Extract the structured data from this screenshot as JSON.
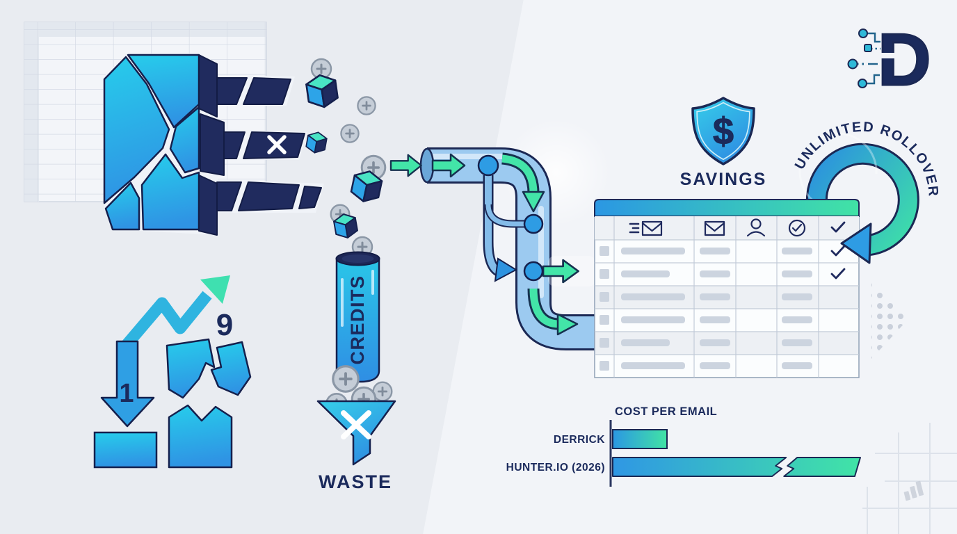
{
  "left_scene": {
    "credits_label": "CREDITS",
    "waste_label": "WASTE",
    "wasted_count": "9",
    "kept_count": "1"
  },
  "right_scene": {
    "savings_label": "SAVINGS",
    "dollar_sign": "$",
    "rollover_label": "UNLIMITED ROLLOVER"
  },
  "table": {
    "header_icons": [
      "send-email",
      "email",
      "person",
      "verified",
      "check"
    ],
    "row_count": 6,
    "checked_rows": [
      1,
      2
    ]
  },
  "chart_data": {
    "type": "bar",
    "orientation": "horizontal",
    "title": "COST PER EMAIL",
    "categories": [
      "DERRICK",
      "HUNTER.IO (2026)"
    ],
    "values": [
      0.22,
      1.0
    ],
    "axis_break_on": "HUNTER.IO (2026)",
    "value_note": "relative bar lengths; Hunter.io bar drawn with a break indicating off-scale cost"
  },
  "logo": {
    "letter": "D"
  },
  "colors": {
    "navy": "#1b2a5c",
    "cyan": "#27cdeb",
    "blue": "#2f93e4",
    "green": "#41e3a5",
    "bg_left": "#e9ecf1",
    "bg_right": "#f2f4f8"
  }
}
